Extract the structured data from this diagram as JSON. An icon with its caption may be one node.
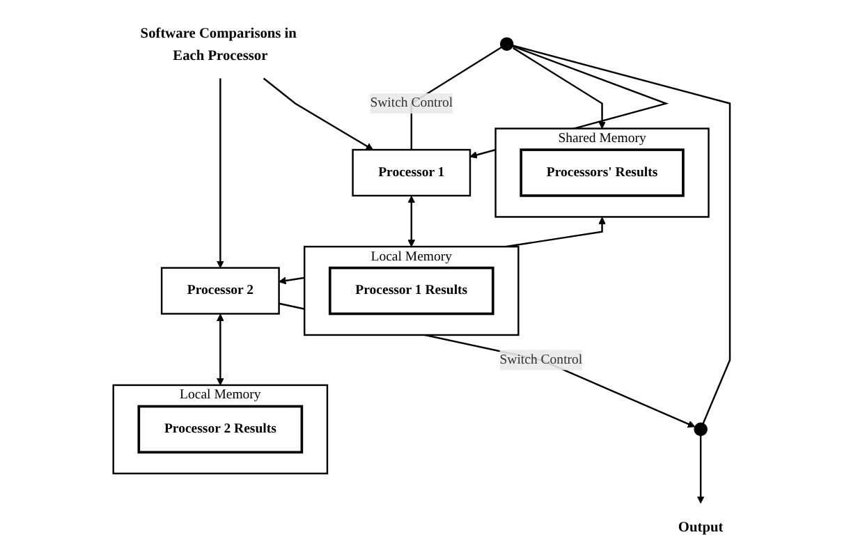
{
  "diagram": {
    "nodes": [
      {
        "text": [
          "Output"
        ]
      },
      {
        "text": [],
        "shape": "switch"
      },
      {
        "text": [],
        "shape": "switch"
      },
      {
        "text": [
          "Shared Memory"
        ]
      },
      {
        "text": [
          "Processors' Results"
        ],
        "in": 3
      },
      {
        "text": [
          "Processor 1"
        ]
      },
      {
        "text": [
          "Software Comparisons in Each Processor"
        ]
      },
      {
        "text": [
          "Processor 2"
        ]
      },
      {
        "text": [
          "Local Memory"
        ]
      },
      {
        "text": [
          "Processor 1 Results"
        ],
        "in": 8
      },
      {
        "text": [
          "Local Memory"
        ]
      },
      {
        "text": [
          "Processor 2 Results"
        ],
        "in": 10
      }
    ],
    "edges": [
      {
        "from": 1,
        "to": 2,
        "arrow": "none"
      },
      {
        "from": 2,
        "to": 0,
        "arrow": "to"
      },
      {
        "from": 1,
        "to": 5,
        "arrow": "to"
      },
      {
        "from": 1,
        "to": 3,
        "arrow": "to"
      },
      {
        "from": 5,
        "to": 1,
        "arrow": "none",
        "label": "Switch Control"
      },
      {
        "from": 7,
        "to": 2,
        "arrow": "to",
        "label": "Switch Control"
      },
      {
        "from": 3,
        "to": 7,
        "arrow": "both"
      },
      {
        "from": 5,
        "to": 8,
        "arrow": "both"
      },
      {
        "from": 7,
        "to": 10,
        "arrow": "both"
      },
      {
        "from": 6,
        "to": 5,
        "arrow": "to"
      },
      {
        "from": 6,
        "to": 7,
        "arrow": "to"
      }
    ]
  }
}
